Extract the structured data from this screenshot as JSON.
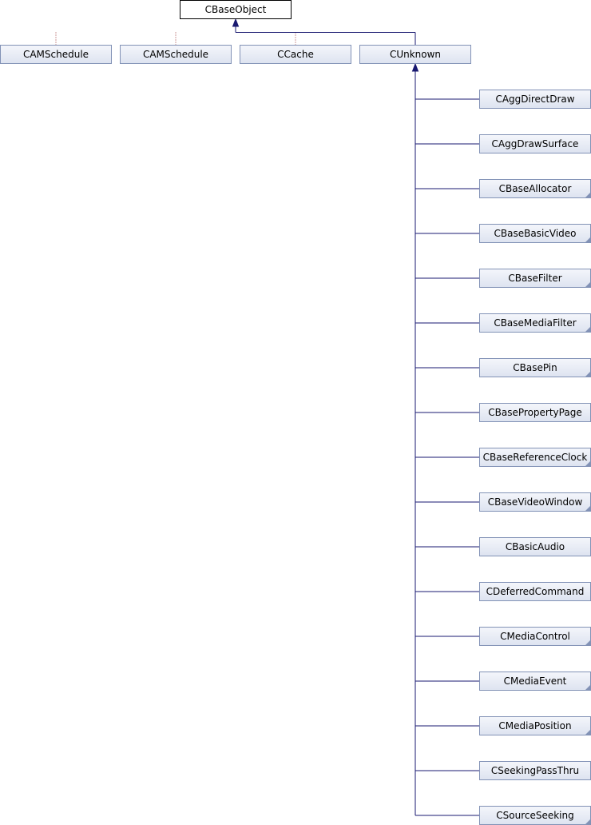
{
  "colors": {
    "node_border": "#8292b6",
    "node_fill_top": "#f4f6fb",
    "node_fill_bottom": "#dde3f0",
    "root_border": "#000000",
    "edge_solid": "#191970",
    "edge_dotted": "#9a3232"
  },
  "root": {
    "label": "CBaseObject"
  },
  "level1": [
    {
      "label": "CAMSchedule",
      "edge": "dotted",
      "has_more": false
    },
    {
      "label": "CAMSchedule",
      "edge": "dotted",
      "has_more": false
    },
    {
      "label": "CCache",
      "edge": "dotted",
      "has_more": false
    },
    {
      "label": "CUnknown",
      "edge": "solid",
      "has_more": false
    }
  ],
  "unknown_children": [
    {
      "label": "CAggDirectDraw",
      "has_more": false
    },
    {
      "label": "CAggDrawSurface",
      "has_more": false
    },
    {
      "label": "CBaseAllocator",
      "has_more": true
    },
    {
      "label": "CBaseBasicVideo",
      "has_more": true
    },
    {
      "label": "CBaseFilter",
      "has_more": true
    },
    {
      "label": "CBaseMediaFilter",
      "has_more": true
    },
    {
      "label": "CBasePin",
      "has_more": true
    },
    {
      "label": "CBasePropertyPage",
      "has_more": false
    },
    {
      "label": "CBaseReferenceClock",
      "has_more": true
    },
    {
      "label": "CBaseVideoWindow",
      "has_more": true
    },
    {
      "label": "CBasicAudio",
      "has_more": false
    },
    {
      "label": "CDeferredCommand",
      "has_more": false
    },
    {
      "label": "CMediaControl",
      "has_more": true
    },
    {
      "label": "CMediaEvent",
      "has_more": true
    },
    {
      "label": "CMediaPosition",
      "has_more": true
    },
    {
      "label": "CSeekingPassThru",
      "has_more": false
    },
    {
      "label": "CSourceSeeking",
      "has_more": true
    }
  ]
}
